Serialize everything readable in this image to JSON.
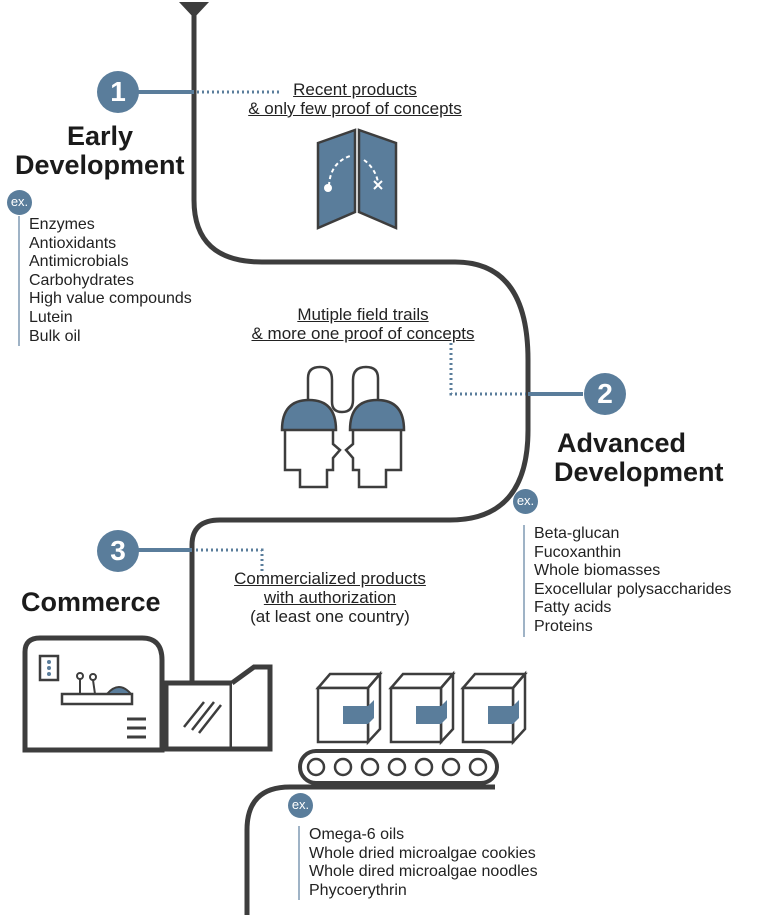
{
  "stages": [
    {
      "number": "1",
      "title_line1": "Early",
      "title_line2": "Development",
      "note_line1": "Recent products",
      "note_line2": "& only few proof of concepts",
      "ex_label": "ex.",
      "examples": [
        "Enzymes",
        "Antioxidants",
        "Antimicrobials",
        "Carbohydrates",
        "High value compounds",
        "Lutein",
        "Bulk oil"
      ]
    },
    {
      "number": "2",
      "title_line1": "Advanced",
      "title_line2": "Development",
      "note_line1": "Mutiple field trails",
      "note_line2": "& more one proof of concepts",
      "ex_label": "ex.",
      "examples": [
        "Beta-glucan",
        "Fucoxanthin",
        "Whole biomasses",
        "Exocellular polysaccharides",
        "Fatty acids",
        "Proteins"
      ]
    },
    {
      "number": "3",
      "title_line1": "Commerce",
      "note_line1": "Commercialized products",
      "note_line2": "with authorization",
      "note_line3": "(at least one country)",
      "ex_label": "ex.",
      "examples": [
        "Omega-6 oils",
        "Whole dried microalgae cookies",
        "Whole dired microalgae noodles",
        "Phycoerythrin"
      ]
    }
  ],
  "colors": {
    "accent": "#5a7d9b",
    "line": "#3d3d3d",
    "light_accent": "#9fb3c6"
  },
  "icons": [
    "map-icon",
    "two-heads-icon",
    "machine-icon",
    "box-icon",
    "conveyor-belt-icon"
  ]
}
